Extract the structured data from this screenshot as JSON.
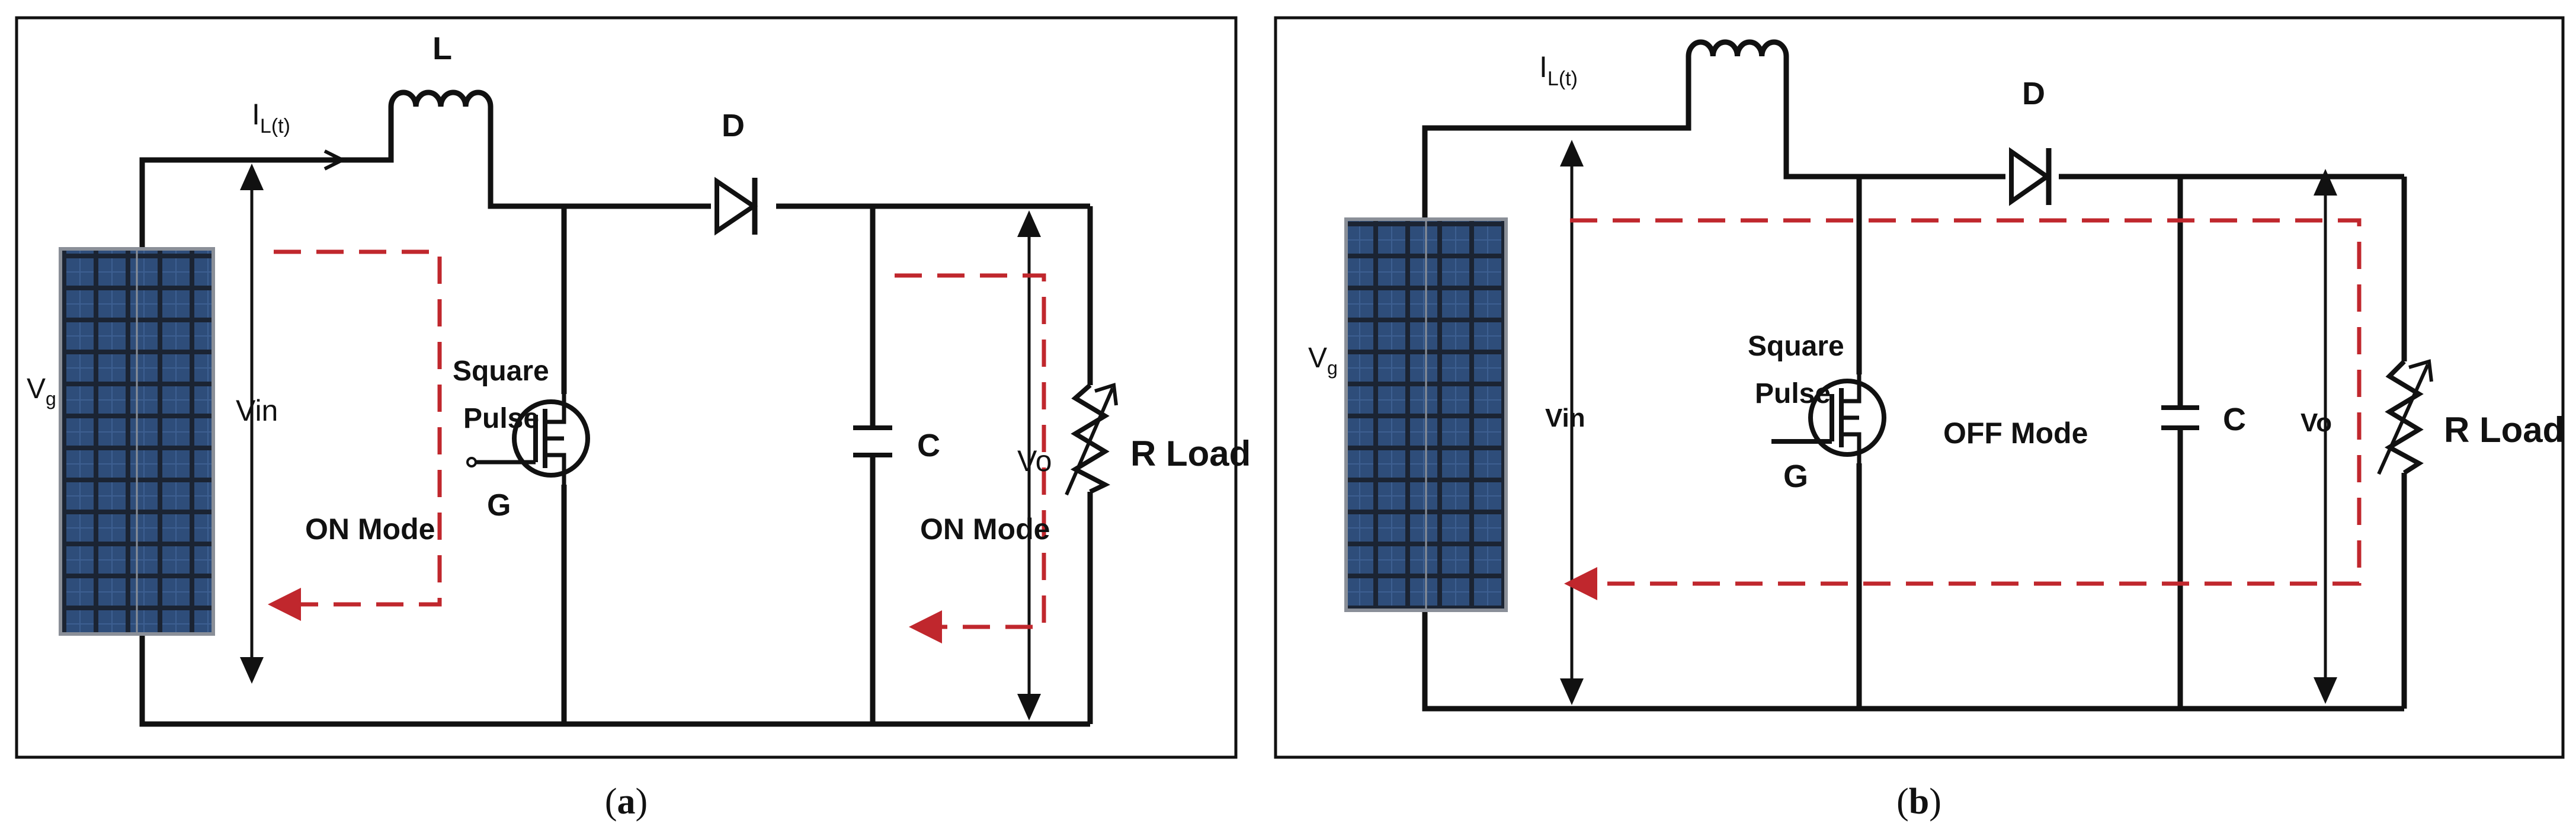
{
  "colors": {
    "wire": "#111111",
    "frame": "#111111",
    "current_path": "#c0272d",
    "panel_dark": "#1b2433",
    "panel_cell": "#2e4d7a",
    "panel_frame": "#8a8f98"
  },
  "panels": [
    {
      "caption_letter": "a",
      "labels": {
        "il": "I",
        "il_sub": "L(t)",
        "inductor": "L",
        "diode": "D",
        "vg": "V",
        "vg_sub": "g",
        "vin": "Vin",
        "square": "Square",
        "pulse": "Pulse",
        "gate": "G",
        "capacitor": "C",
        "vo": "Vo",
        "load": "R Load",
        "mode_left": "ON Mode",
        "mode_right": "ON Mode"
      }
    },
    {
      "caption_letter": "b",
      "labels": {
        "il": "I",
        "il_sub": "L(t)",
        "diode": "D",
        "vg": "V",
        "vg_sub": "g",
        "vin": "Vin",
        "square": "Square",
        "pulse": "Pulse",
        "gate": "G",
        "mode": "OFF Mode",
        "capacitor": "C",
        "vo": "Vo",
        "load": "R Load"
      }
    }
  ]
}
